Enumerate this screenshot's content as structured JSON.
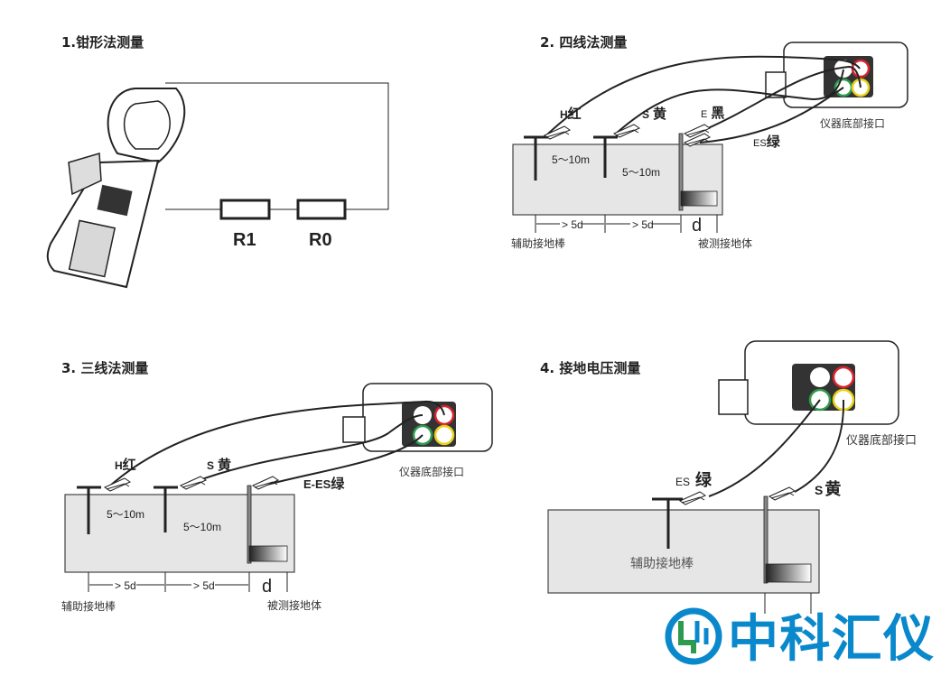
{
  "panels": {
    "p1": {
      "title": "1.钳形法测量",
      "r1": "R1",
      "r0": "R0"
    },
    "p2": {
      "title": "2. 四线法测量",
      "h": "H",
      "h_color": "红",
      "s": "S",
      "s_color": "黄",
      "e": "E",
      "e_color": "黑",
      "es": "ES",
      "es_color": "绿",
      "dist1": "5～10m",
      "dist2": "5～10m",
      "d1": "> 5d",
      "d2": "> 5d",
      "d": "d",
      "port_label": "仪器底部接口",
      "aux_rod": "辅助接地棒",
      "test_body": "被测接地体"
    },
    "p3": {
      "title": "3. 三线法测量",
      "h": "H",
      "h_color": "红",
      "s": "S",
      "s_color": "黄",
      "ees": "E-ES",
      "ees_color": "绿",
      "dist1": "5～10m",
      "dist2": "5～10m",
      "d1": "> 5d",
      "d2": "> 5d",
      "d": "d",
      "port_label": "仪器底部接口",
      "aux_rod": "辅助接地棒",
      "test_body": "被测接地体"
    },
    "p4": {
      "title": "4. 接地电压测量",
      "es": "ES",
      "es_color": "绿",
      "s": "S",
      "s_color": "黄",
      "port_label": "仪器底部接口",
      "aux_rod": "辅助接地棒"
    }
  },
  "logo": {
    "text": "中科汇仪",
    "color": "#0a88cc",
    "accent": "#2e9a4e"
  },
  "colors": {
    "red": "#d9232d",
    "green": "#2e9a4e",
    "yellow": "#e8d21a"
  }
}
